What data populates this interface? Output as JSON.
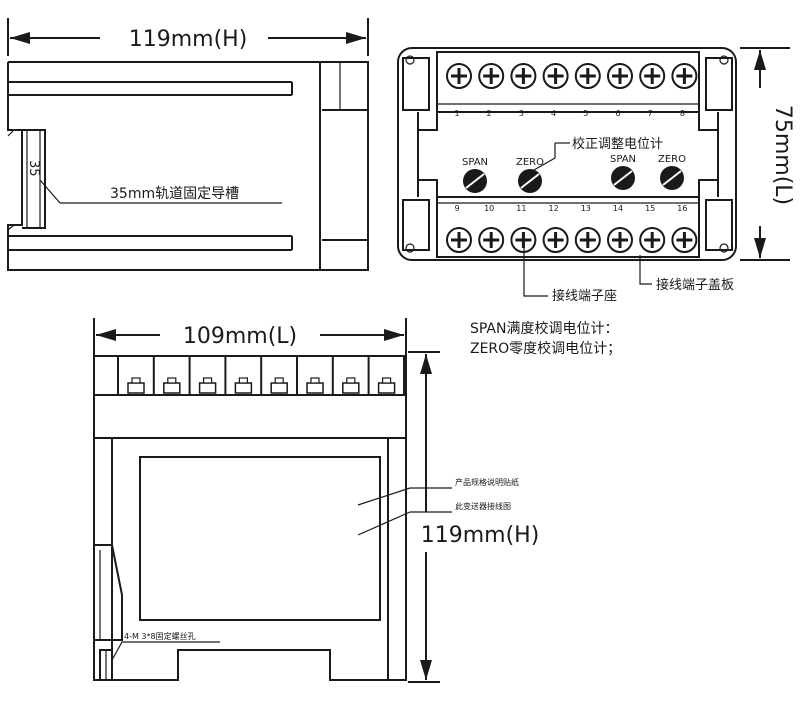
{
  "dimensions": {
    "top_width": "119mm(H)",
    "right_height": "75mm(L)",
    "bottom_width": "109mm(L)",
    "bottom_height": "119mm(H)"
  },
  "labels": {
    "rail_mark": "35",
    "rail_groove": "35mm轨道固定导槽",
    "calibration_pots": "校正调整电位计",
    "span": "SPAN",
    "zero": "ZERO",
    "terminal_seat": "接线端子座",
    "terminal_cover": "接线端子盖板",
    "product_label": "产品规格说明贴纸",
    "wiring_diagram": "此变送器接线图",
    "mount_holes": "4-M 3*8固定螺丝孔"
  },
  "notes": {
    "span_note": "SPAN满度校调电位计：",
    "zero_note": "ZERO零度校调电位计；"
  },
  "terminals": {
    "top": [
      "1",
      "2",
      "3",
      "4",
      "5",
      "6",
      "7",
      "8"
    ],
    "bottom": [
      "9",
      "10",
      "11",
      "12",
      "13",
      "14",
      "15",
      "16"
    ]
  }
}
